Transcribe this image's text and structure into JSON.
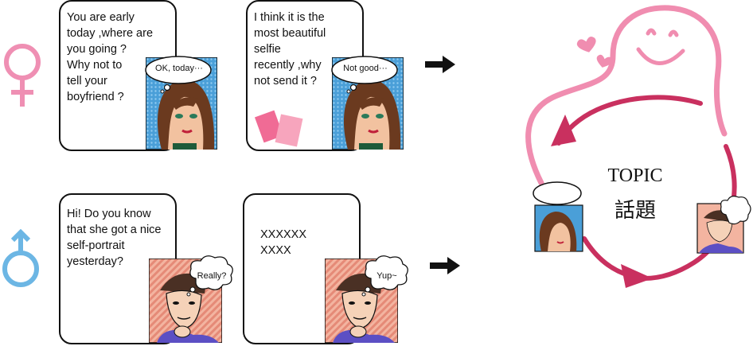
{
  "female_row": {
    "panel1": {
      "text": "You are early\ntoday ,where are\nyou going ?\nWhy not to\ntell  your\nboyfriend ?",
      "bubble": "OK, today···"
    },
    "panel2": {
      "text": "I think it is the\nmost beautiful\nselfie\nrecently ,why\nnot send it ?",
      "bubble": "Not good···"
    }
  },
  "male_row": {
    "panel1": {
      "text": "Hi! Do you know\nthat she got a nice\nself-portrait\nyesterday?",
      "bubble": "Really?"
    },
    "panel2": {
      "text": "XXXXXX\nXXXX",
      "bubble": "Yup~"
    }
  },
  "cycle": {
    "title": "TOPIC",
    "subtitle": "話題"
  },
  "colors": {
    "female": "#ef8fb3",
    "male": "#6cb6e4",
    "cycle_arrow": "#c9305f",
    "pink_light": "#f08db0"
  }
}
